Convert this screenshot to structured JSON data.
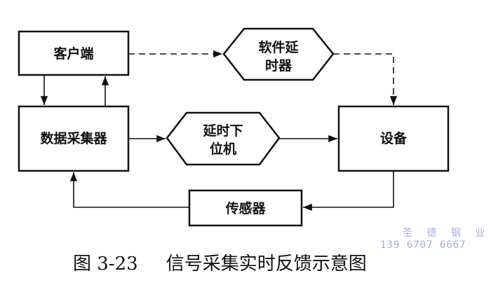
{
  "nodes": {
    "client": "客户端",
    "software_delay": [
      "软件延",
      "时器"
    ],
    "data_collector": "数据采集器",
    "delay_lower": [
      "延时下",
      "位机"
    ],
    "device": "设备",
    "sensor": "传感器"
  },
  "watermark": {
    "name": "圣 德 钢 业",
    "phone": "139 6707 6667"
  },
  "caption": {
    "number": "图 3-23",
    "title": "信号采集实时反馈示意图"
  }
}
